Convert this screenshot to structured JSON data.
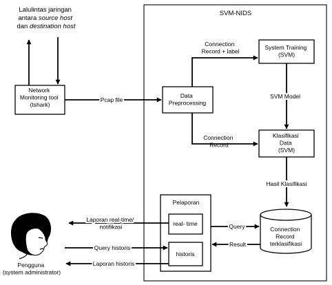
{
  "system_title": "SVM-NIDS",
  "traffic": {
    "line1": "Lalulintas jaringan",
    "line2_prefix": "antara ",
    "line2_italic": "source host",
    "line3_prefix": "dan ",
    "line3_italic": "destination host"
  },
  "nodes": {
    "monitoring_tool": [
      "Network",
      "Monitoring tool",
      "(tshark)"
    ],
    "preprocessing": [
      "Data",
      "Preprocessing"
    ],
    "training": [
      "System Training",
      "(SVM)"
    ],
    "klasifikasi": [
      "Klasifikasi",
      "Data",
      "(SVM)"
    ],
    "database": [
      "Connection",
      "Record",
      "terklasifikasi"
    ],
    "pelaporan": "Pelaporan",
    "realtime": "real- time",
    "historis": "historis"
  },
  "edge_labels": {
    "pcap": "Pcap file",
    "record_label": [
      "Connection",
      "Record + label"
    ],
    "connection_record": [
      "Connection",
      "Record"
    ],
    "svm_model": "SVM Model",
    "hasil": "Hasil Klasifikasi",
    "query": "Query",
    "result": "Result",
    "laporan_realtime": [
      "Laporan real-time/",
      "notifikasi"
    ],
    "query_historis": "Query historis",
    "laporan_historis": "Laporan historis"
  },
  "user": {
    "line1": "Pengguna",
    "line2": "(system administrator)"
  }
}
